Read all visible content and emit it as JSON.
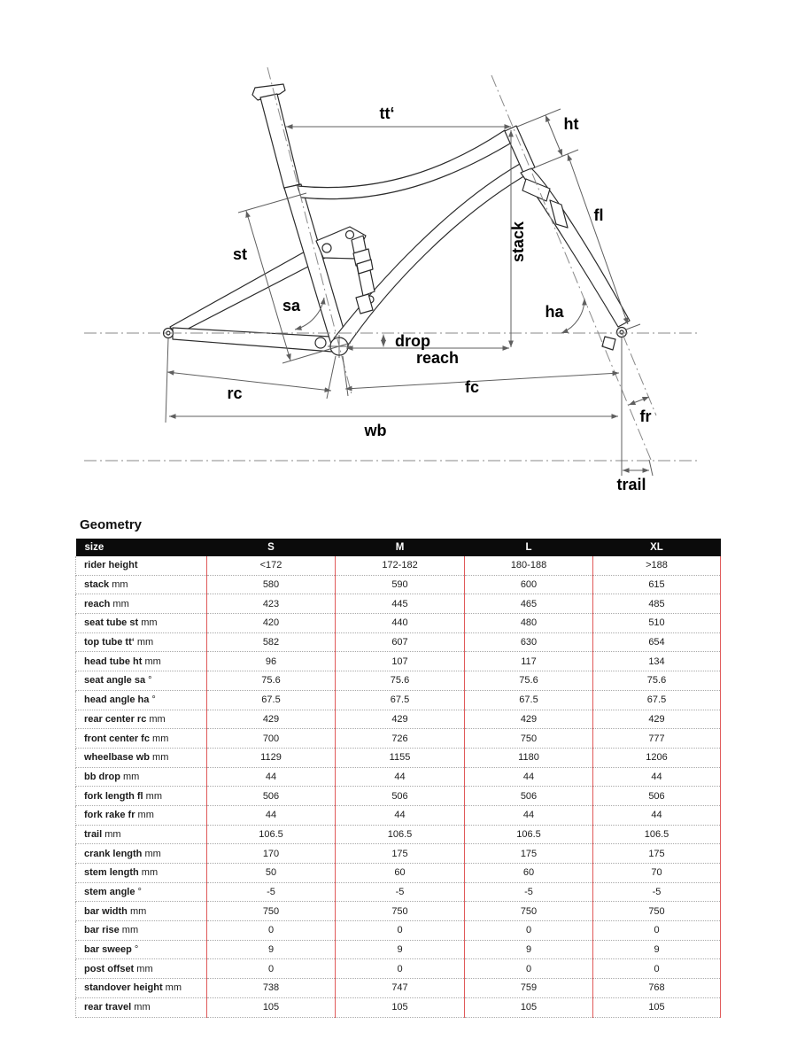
{
  "diagram": {
    "labels": {
      "tt": "tt‘",
      "ht": "ht",
      "fl": "fl",
      "st": "st",
      "stack": "stack",
      "sa": "sa",
      "ha": "ha",
      "drop": "drop",
      "reach": "reach",
      "rc": "rc",
      "fc": "fc",
      "wb": "wb",
      "fr": "fr",
      "trail": "trail"
    }
  },
  "geometry": {
    "title": "Geometry",
    "table": {
      "size_header": "size",
      "columns": [
        "S",
        "M",
        "L",
        "XL"
      ],
      "rows": [
        {
          "label": "rider height",
          "unit": "",
          "values": [
            "<172",
            "172-182",
            "180-188",
            ">188"
          ]
        },
        {
          "label": "stack",
          "unit": "mm",
          "values": [
            "580",
            "590",
            "600",
            "615"
          ]
        },
        {
          "label": "reach",
          "unit": "mm",
          "values": [
            "423",
            "445",
            "465",
            "485"
          ]
        },
        {
          "label": "seat tube st",
          "unit": "mm",
          "values": [
            "420",
            "440",
            "480",
            "510"
          ]
        },
        {
          "label": "top tube tt‘",
          "unit": "mm",
          "values": [
            "582",
            "607",
            "630",
            "654"
          ]
        },
        {
          "label": "head tube ht",
          "unit": "mm",
          "values": [
            "96",
            "107",
            "117",
            "134"
          ]
        },
        {
          "label": "seat angle sa",
          "unit": "°",
          "values": [
            "75.6",
            "75.6",
            "75.6",
            "75.6"
          ]
        },
        {
          "label": "head angle ha",
          "unit": "°",
          "values": [
            "67.5",
            "67.5",
            "67.5",
            "67.5"
          ]
        },
        {
          "label": "rear center rc",
          "unit": "mm",
          "values": [
            "429",
            "429",
            "429",
            "429"
          ]
        },
        {
          "label": "front center fc",
          "unit": "mm",
          "values": [
            "700",
            "726",
            "750",
            "777"
          ]
        },
        {
          "label": "wheelbase wb",
          "unit": "mm",
          "values": [
            "1129",
            "1155",
            "1180",
            "1206"
          ]
        },
        {
          "label": "bb drop",
          "unit": "mm",
          "values": [
            "44",
            "44",
            "44",
            "44"
          ]
        },
        {
          "label": "fork length fl",
          "unit": "mm",
          "values": [
            "506",
            "506",
            "506",
            "506"
          ]
        },
        {
          "label": "fork rake fr",
          "unit": "mm",
          "values": [
            "44",
            "44",
            "44",
            "44"
          ]
        },
        {
          "label": "trail",
          "unit": "mm",
          "values": [
            "106.5",
            "106.5",
            "106.5",
            "106.5"
          ]
        },
        {
          "label": "crank length",
          "unit": "mm",
          "values": [
            "170",
            "175",
            "175",
            "175"
          ]
        },
        {
          "label": "stem length",
          "unit": "mm",
          "values": [
            "50",
            "60",
            "60",
            "70"
          ]
        },
        {
          "label": "stem angle",
          "unit": "°",
          "values": [
            "-5",
            "-5",
            "-5",
            "-5"
          ]
        },
        {
          "label": "bar width",
          "unit": "mm",
          "values": [
            "750",
            "750",
            "750",
            "750"
          ]
        },
        {
          "label": "bar rise",
          "unit": "mm",
          "values": [
            "0",
            "0",
            "0",
            "0"
          ]
        },
        {
          "label": "bar sweep",
          "unit": "°",
          "values": [
            "9",
            "9",
            "9",
            "9"
          ]
        },
        {
          "label": "post offset",
          "unit": "mm",
          "values": [
            "0",
            "0",
            "0",
            "0"
          ]
        },
        {
          "label": "standover height",
          "unit": "mm",
          "values": [
            "738",
            "747",
            "759",
            "768"
          ]
        },
        {
          "label": "rear travel",
          "unit": "mm",
          "values": [
            "105",
            "105",
            "105",
            "105"
          ]
        }
      ]
    }
  },
  "colors": {
    "divider_red": "#e05a5a",
    "header_bg": "#0b0b0b",
    "header_text": "#ffffff",
    "frame_line": "#2b2b2b",
    "dimension_line": "#5f5f5f"
  }
}
